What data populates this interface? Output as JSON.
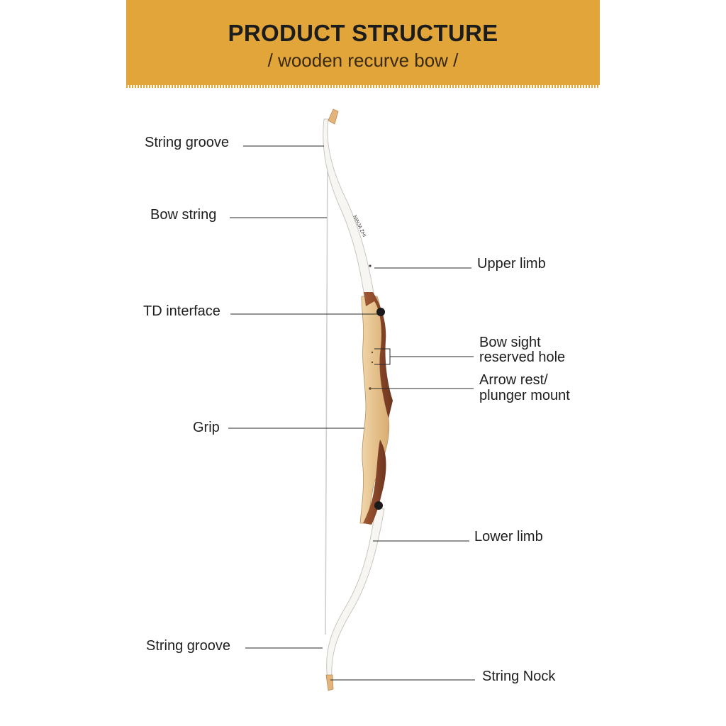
{
  "header": {
    "title": "PRODUCT STRUCTURE",
    "subtitle": "/ wooden recurve bow /"
  },
  "colors": {
    "banner": "#e2a539",
    "limb": "#f6f5f1",
    "riser_wood_light": "#e8c79a",
    "riser_wood_dark": "#8b4a2a",
    "tip": "#e3b57d",
    "leader_line": "#2a2a2a"
  },
  "limb_text": "NINJA ZHI",
  "labels": {
    "string_groove_top": "String groove",
    "bow_string": "Bow string",
    "upper_limb": "Upper limb",
    "td_interface": "TD interface",
    "bow_sight_line1": "Bow sight",
    "bow_sight_line2": "reserved hole",
    "arrow_rest_line1": "Arrow rest/",
    "arrow_rest_line2": "plunger mount",
    "grip": "Grip",
    "lower_limb": "Lower limb",
    "string_groove_bottom": "String groove",
    "string_nock": "String Nock"
  }
}
